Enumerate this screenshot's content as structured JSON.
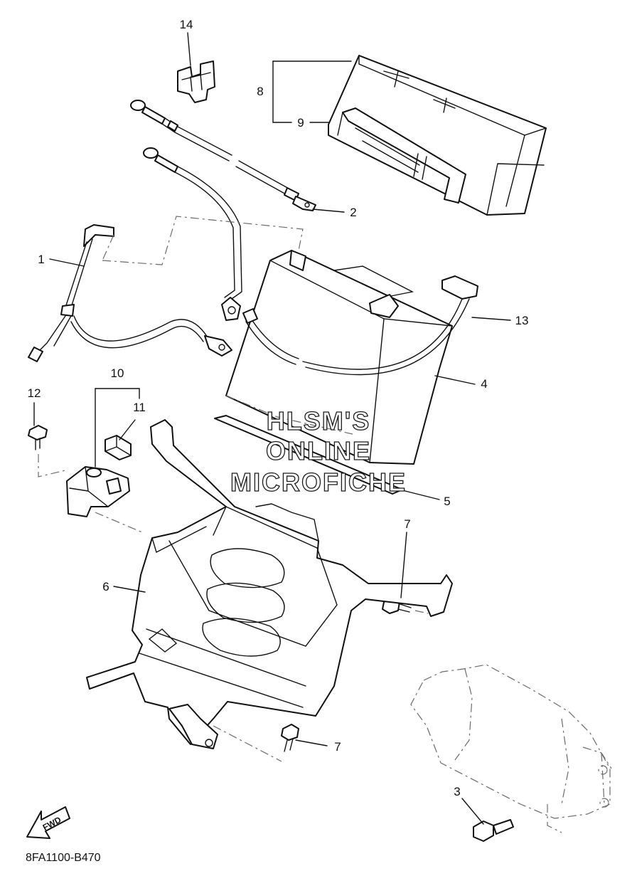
{
  "callouts": [
    {
      "id": "c1",
      "text": "1"
    },
    {
      "id": "c2",
      "text": "2"
    },
    {
      "id": "c3",
      "text": "3"
    },
    {
      "id": "c4",
      "text": "4"
    },
    {
      "id": "c5",
      "text": "5"
    },
    {
      "id": "c6",
      "text": "6"
    },
    {
      "id": "c7a",
      "text": "7"
    },
    {
      "id": "c7b",
      "text": "7"
    },
    {
      "id": "c8",
      "text": "8"
    },
    {
      "id": "c9",
      "text": "9"
    },
    {
      "id": "c10",
      "text": "10"
    },
    {
      "id": "c11",
      "text": "11"
    },
    {
      "id": "c12",
      "text": "12"
    },
    {
      "id": "c13",
      "text": "13"
    },
    {
      "id": "c14",
      "text": "14"
    }
  ],
  "watermark": {
    "line1": "HLSM'S",
    "line2": "ONLINE",
    "line3": "MICROFICHE"
  },
  "fwd_label": "FWD",
  "diagram_code": "8FA1100-B470"
}
